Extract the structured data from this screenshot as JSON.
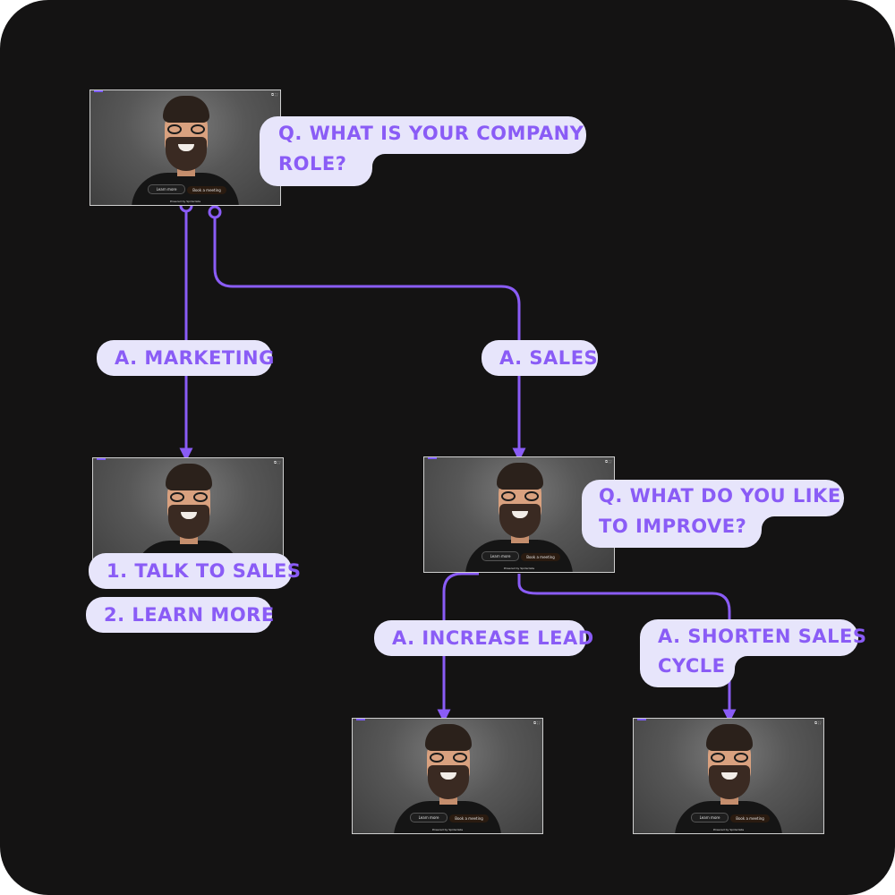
{
  "colors": {
    "background": "#141313",
    "connector": "#8a5cf6",
    "label_bg": "#e7e5fb",
    "label_text": "#8a5cf6"
  },
  "frame": {
    "btn_learn": "Learn more",
    "btn_book": "Book a meeting",
    "caption": "Powered by Spiderlabs"
  },
  "questions": {
    "role": {
      "line1": "Q. WHAT IS YOUR COMPANY",
      "line2": "ROLE?"
    },
    "improve": {
      "line1": "Q. WHAT DO YOU LIKE",
      "line2": "TO IMPROVE?"
    }
  },
  "answers": {
    "marketing": "A. MARKETING",
    "sales": "A. SALES",
    "increase_lead": "A. INCREASE LEAD",
    "shorten": {
      "line1": "A. SHORTEN SALES",
      "line2": "CYCLE"
    }
  },
  "actions": {
    "talk_to_sales": "1. TALK TO SALES",
    "learn_more": "2. LEARN MORE"
  }
}
